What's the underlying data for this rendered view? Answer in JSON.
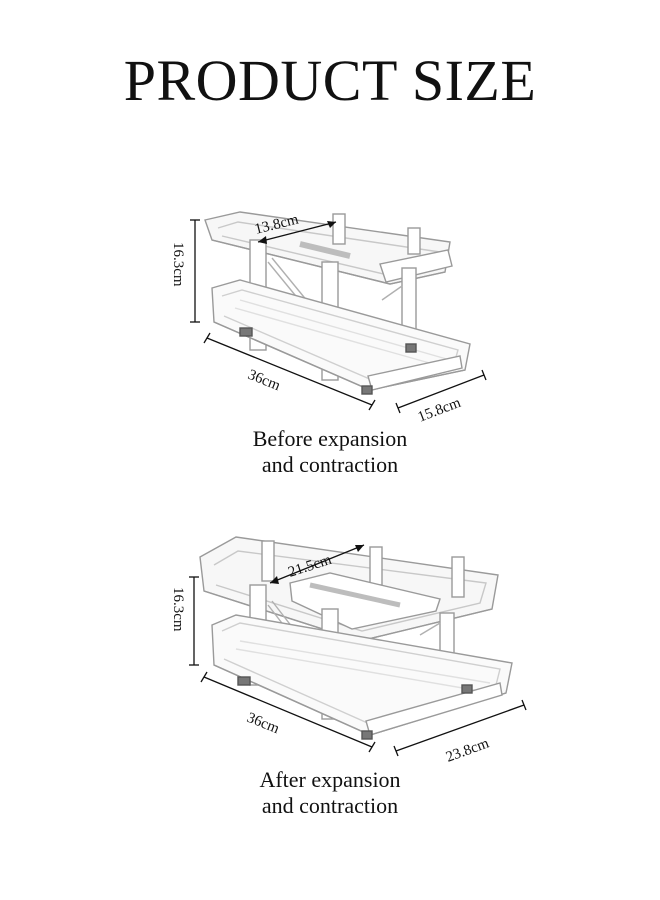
{
  "title": "PRODUCT SIZE",
  "colors": {
    "stroke": "#8a8a8a",
    "light": "#d0d0d0",
    "dim": "#111111"
  },
  "figures": [
    {
      "height_label": "16.3cm",
      "inner_width_label": "13.8cm",
      "length_label": "36cm",
      "depth_label": "15.8cm",
      "caption_line1": "Before expansion",
      "caption_line2": "and contraction"
    },
    {
      "height_label": "16.3cm",
      "inner_width_label": "21.5cm",
      "length_label": "36cm",
      "depth_label": "23.8cm",
      "caption_line1": "After expansion",
      "caption_line2": "and contraction"
    }
  ]
}
